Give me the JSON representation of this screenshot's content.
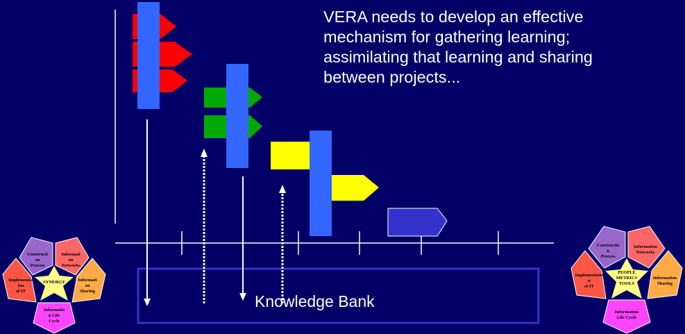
{
  "headline": {
    "lines": [
      "VERA needs to develop an effective",
      "mechanism for gathering learning;",
      "assimilating that learning and sharing",
      "between projects..."
    ]
  },
  "knowledge_bank": {
    "label": "Knowledge Bank"
  },
  "colors": {
    "background": "#000066",
    "project_bar": "#3366ff",
    "red_arrow": "#ff0000",
    "green_arrow": "#00aa00",
    "yellow_arrow": "#ffff00",
    "navy_arrow": "#3333cc",
    "lines": "#ffffff",
    "bank_box": "#3333cc"
  },
  "left_pentagon": {
    "center": "SYNERGY",
    "petals": [
      {
        "lines": [
          "Constructi",
          "on",
          "Process"
        ],
        "color": "#9966cc"
      },
      {
        "lines": [
          "Informati",
          "on",
          "Networks"
        ],
        "color": "#ff6666"
      },
      {
        "lines": [
          "Informati",
          "on",
          "Sharing"
        ],
        "color": "#ffaa44"
      },
      {
        "lines": [
          "Informatio",
          "n Life",
          "Cycle"
        ],
        "color": "#ff44ff"
      },
      {
        "lines": [
          "Implementat",
          "ion",
          "of IT"
        ],
        "color": "#ff5544"
      }
    ]
  },
  "right_pentagon": {
    "center": [
      "PEOPLE",
      "METRICS",
      "TOOLS"
    ],
    "petals": [
      {
        "lines": [
          "Constructio",
          "n",
          "Process"
        ],
        "color": "#9966cc"
      },
      {
        "lines": [
          "Information",
          "Networks"
        ],
        "color": "#ff6666"
      },
      {
        "lines": [
          "Information",
          "Sharing"
        ],
        "color": "#ffaa44"
      },
      {
        "lines": [
          "Information",
          "Life Cycle"
        ],
        "color": "#ff44ff"
      },
      {
        "lines": [
          "Implementatio",
          "n",
          "of IT"
        ],
        "color": "#ff5544"
      }
    ]
  }
}
